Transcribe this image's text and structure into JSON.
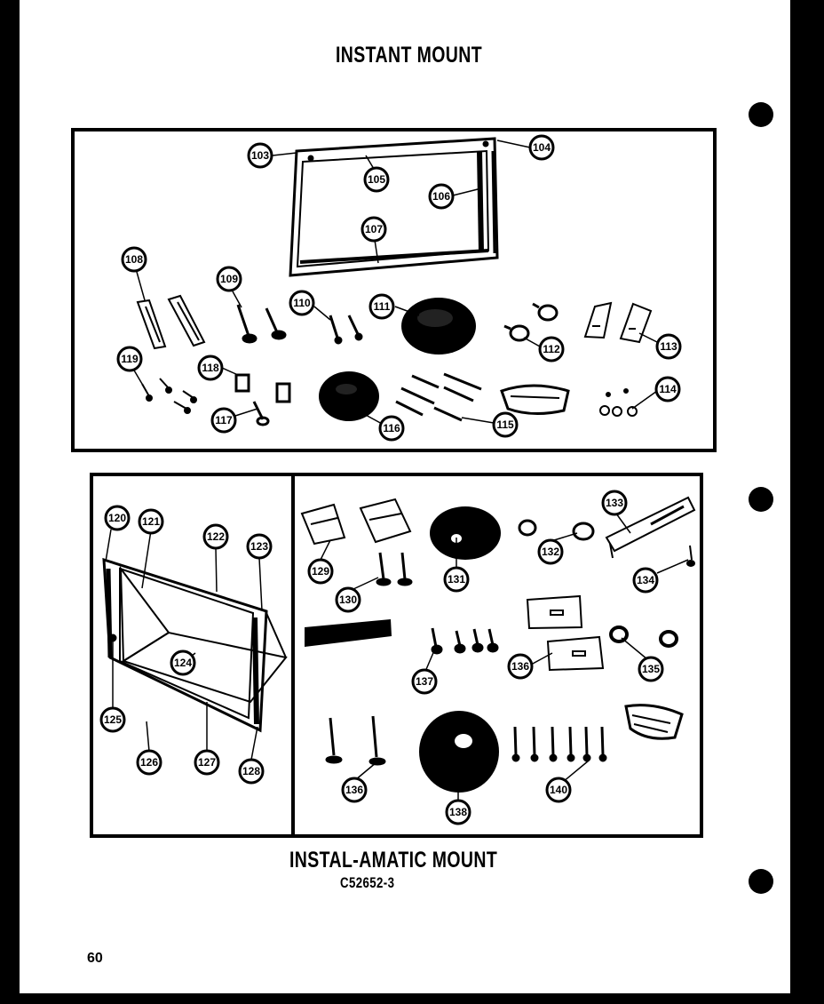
{
  "titles": {
    "top": "INSTANT MOUNT",
    "bottom": "INSTAL-AMATIC MOUNT",
    "model": "C52652-3"
  },
  "page_number": "60",
  "callouts": {
    "c103": "103",
    "c104": "104",
    "c105": "105",
    "c106": "106",
    "c107": "107",
    "c108": "108",
    "c109": "109",
    "c110": "110",
    "c111": "111",
    "c112": "112",
    "c113": "113",
    "c114": "114",
    "c115": "115",
    "c116": "116",
    "c117": "117",
    "c118": "118",
    "c119": "119",
    "c120": "120",
    "c121": "121",
    "c122": "122",
    "c123": "123",
    "c124": "124",
    "c125": "125",
    "c126": "126",
    "c127": "127",
    "c128a": "128",
    "c129": "129",
    "c130": "130",
    "c131": "131",
    "c132": "132",
    "c133": "133",
    "c134": "134",
    "c135": "135",
    "c136a": "136",
    "c136b": "136",
    "c137": "137",
    "c138": "138",
    "c140": "140"
  }
}
